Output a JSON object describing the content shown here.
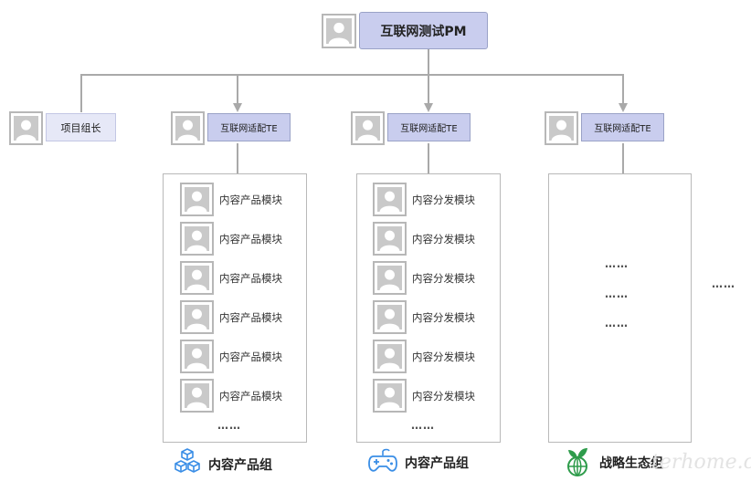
{
  "top": {
    "title": "互联网测试PM"
  },
  "leaders": [
    {
      "label": "项目组长"
    },
    {
      "label": "互联网适配TE"
    },
    {
      "label": "互联网适配TE"
    },
    {
      "label": "互联网适配TE"
    }
  ],
  "columns": [
    {
      "member_label": "内容产品模块",
      "members": 6,
      "more": "……"
    },
    {
      "member_label": "内容分发模块",
      "members": 6,
      "more": "……"
    }
  ],
  "third_column_dots": [
    "……",
    "……",
    "……"
  ],
  "outside_dots": "……",
  "groups": [
    {
      "label": "内容产品组",
      "icon": "cubes-icon"
    },
    {
      "label": "内容产品组",
      "icon": "gamepad-icon"
    },
    {
      "label": "战略生态组",
      "icon": "globe-sprout-icon"
    }
  ],
  "watermark": "terhome.com",
  "colors": {
    "role_fill": "#c9cdee",
    "role_light": "#e6e8f7",
    "icon_blue": "#3a8ee6",
    "icon_green": "#2e9c4b"
  }
}
